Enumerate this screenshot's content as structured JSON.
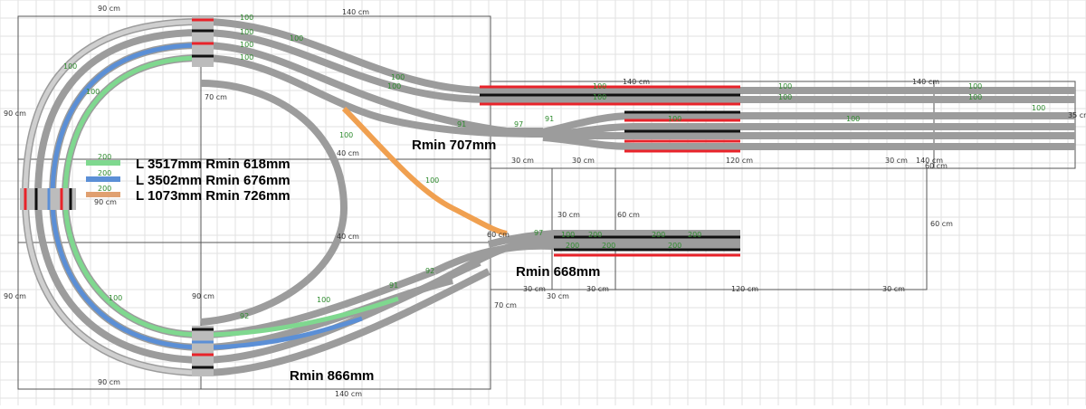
{
  "legend": [
    {
      "segment": "200",
      "text": "L 3517mm Rmin 618mm",
      "color": "#7fd88f"
    },
    {
      "segment": "200",
      "text": "L 3502mm Rmin 676mm",
      "color": "#5b8fd6"
    },
    {
      "segment": "200",
      "text": "L 1073mm  Rmin 726mm",
      "color": "#e0a070"
    }
  ],
  "radius_labels": {
    "r707": "Rmin 707mm",
    "r668": "Rmin 668mm",
    "r866": "Rmin 866mm"
  },
  "dimensions": {
    "d90_top": "90 cm",
    "d140_top": "140 cm",
    "d90_left": "90 cm",
    "d90_left2": "90 cm",
    "d90_bottom": "90 cm",
    "d140_bottom": "140 cm",
    "d140_yard1": "140 cm",
    "d140_yard2": "140 cm",
    "d35": "35 cm",
    "d30_a": "30 cm",
    "d30_b": "30 cm",
    "d120_a": "120 cm",
    "d30_c": "30 cm",
    "d140_mid": "140 cm",
    "d40_a": "40 cm",
    "d40_b": "40 cm",
    "d60_a": "60 cm",
    "d60_b": "60 cm",
    "d60_c": "60 cm",
    "d30_d": "30 cm",
    "d30_e": "30 cm",
    "d120_b": "120 cm",
    "d30_f": "30 cm",
    "d70_a": "70 cm",
    "d70_b": "70 cm",
    "d90_v": "90 cm",
    "d90_cm_left": "90 cm",
    "d30_g": "30 cm",
    "d30_h": "30 cm",
    "d60_d": "60 cm"
  },
  "segments": {
    "s100": "100",
    "s200": "200",
    "s91": "91",
    "s97": "97",
    "s92": "92"
  },
  "colors": {
    "green": "#7fd88f",
    "blue": "#5b8fd6",
    "orange": "#f0a050",
    "red": "#e8232a",
    "track": "#9c9c9c",
    "grid": "#d9d9d9"
  }
}
